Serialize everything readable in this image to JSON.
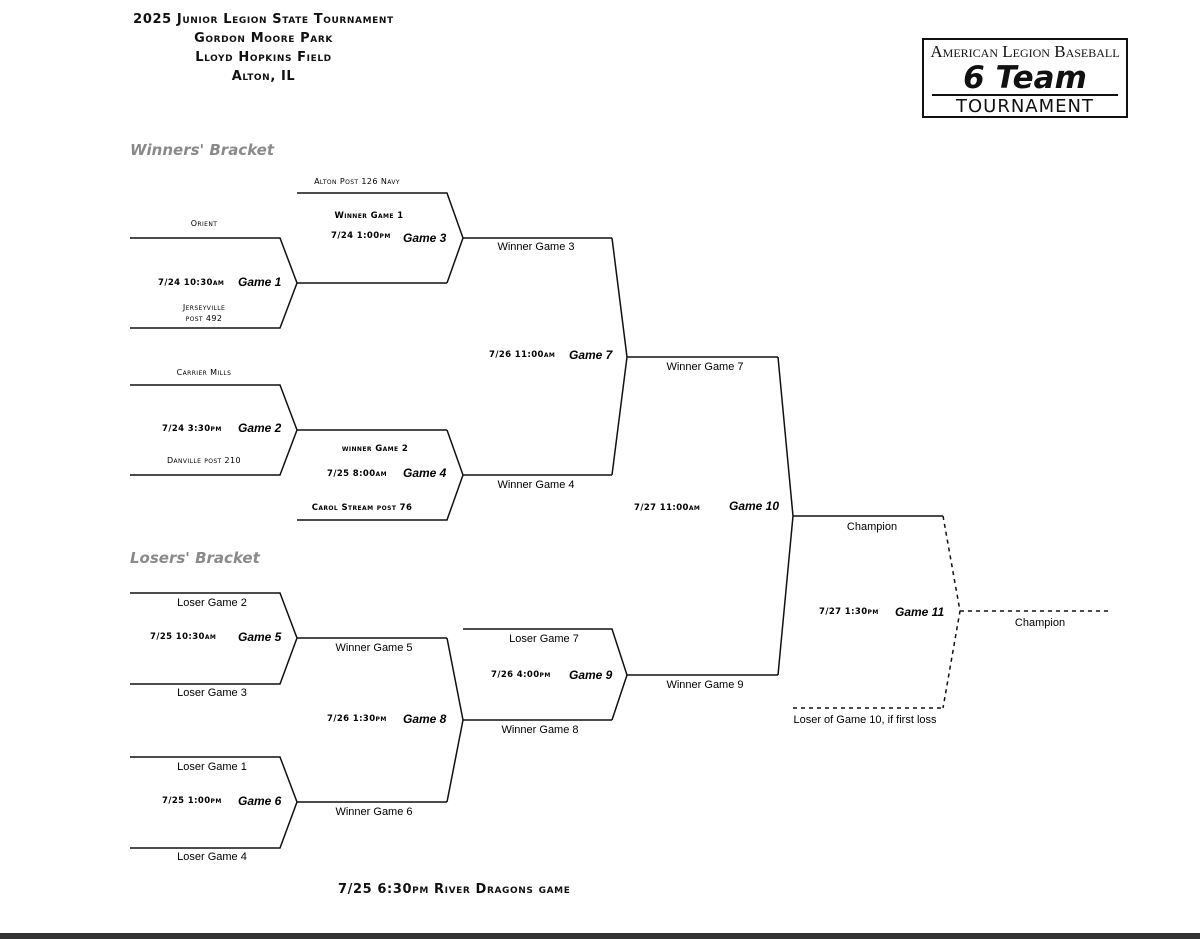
{
  "header": {
    "line1": "2025 Junior Legion State Tournament",
    "line2": "Gordon Moore Park",
    "line3": "Lloyd Hopkins Field",
    "line4": "Alton, IL"
  },
  "logo": {
    "line1": "American Legion Baseball",
    "line2": "6 Team",
    "line3": "TOURNAMENT"
  },
  "sections": {
    "winners": "Winners' Bracket",
    "losers": "Losers' Bracket"
  },
  "games": {
    "g1": {
      "label": "Game 1",
      "time": "7/24 10:30am"
    },
    "g2": {
      "label": "Game 2",
      "time": "7/24 3:30pm"
    },
    "g3": {
      "label": "Game 3",
      "time": "7/24 1:00pm"
    },
    "g4": {
      "label": "Game 4",
      "time": "7/25 8:00am"
    },
    "g5": {
      "label": "Game 5",
      "time": "7/25 10:30am"
    },
    "g6": {
      "label": "Game 6",
      "time": "7/25 1:00pm"
    },
    "g7": {
      "label": "Game 7",
      "time": "7/26 11:00am"
    },
    "g8": {
      "label": "Game 8",
      "time": "7/26 1:30pm"
    },
    "g9": {
      "label": "Game 9",
      "time": "7/26 4:00pm"
    },
    "g10": {
      "label": "Game 10",
      "time": "7/27 11:00am"
    },
    "g11": {
      "label": "Game 11",
      "time": "7/27 1:30pm"
    }
  },
  "slots": {
    "orient": "Orient",
    "jerseyville1": "Jerseyville",
    "jerseyville2": "post 492",
    "carrier": "Carrier  Mills",
    "danville": "Danville post 210",
    "alton": "Alton Post 126 Navy",
    "wg1": "Winner Game 1",
    "wg2": "winner Game 2",
    "carol": "Carol Stream post 76",
    "winner_game_3": "Winner Game 3",
    "winner_game_4": "Winner Game 4",
    "winner_game_7": "Winner Game 7",
    "champion_top": "Champion",
    "champion_final": "Champion",
    "loser_game_2": "Loser Game 2",
    "loser_game_3": "Loser Game 3",
    "loser_game_1": "Loser Game 1",
    "loser_game_4": "Loser Game 4",
    "winner_game_5": "Winner Game 5",
    "winner_game_6": "Winner Game 6",
    "loser_game_7": "Loser Game 7",
    "winner_game_8": "Winner Game 8",
    "winner_game_9": "Winner Game 9",
    "loser_game_10": "Loser of Game 10, if first loss"
  },
  "footer": "7/25 6:30pm River Dragons game"
}
